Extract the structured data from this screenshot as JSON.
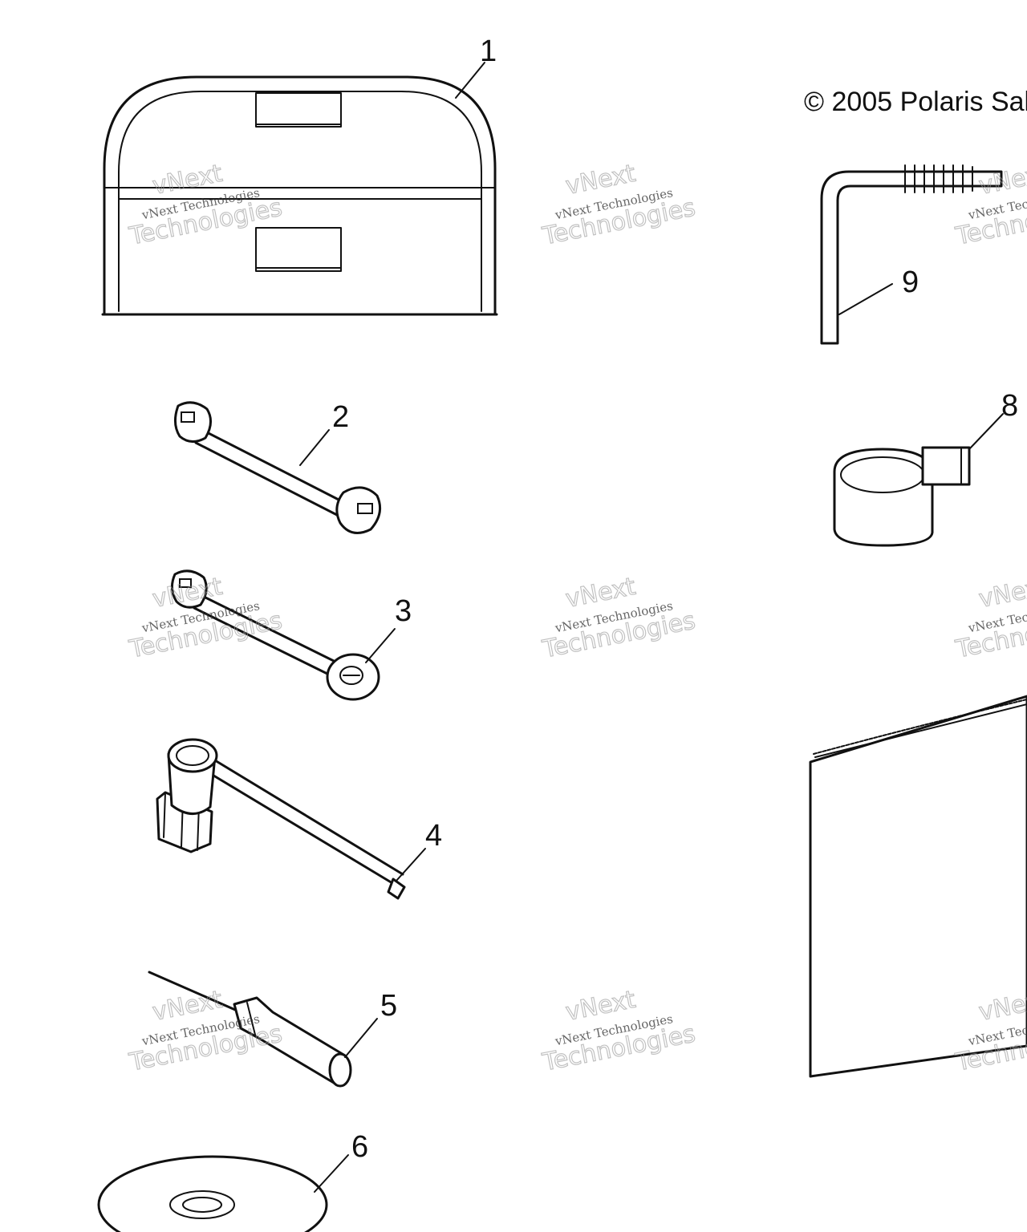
{
  "copyright": "© 2005 Polaris Sal",
  "callouts": [
    "1",
    "2",
    "3",
    "4",
    "5",
    "6",
    "8",
    "9"
  ],
  "watermark": {
    "line_brand": "vNext",
    "line_small": "vNext Technologies",
    "line_big": "Technologies"
  },
  "parts": {
    "p1": "tool-bag-icon",
    "p2": "open-end-wrench-icon",
    "p3": "combination-wrench-icon",
    "p4": "spark-plug-wrench-icon",
    "p5": "screwdriver-icon",
    "p6": "cd-disc-icon",
    "p7": "manual-icon",
    "p8": "strap-icon",
    "p9": "hex-key-icon"
  }
}
